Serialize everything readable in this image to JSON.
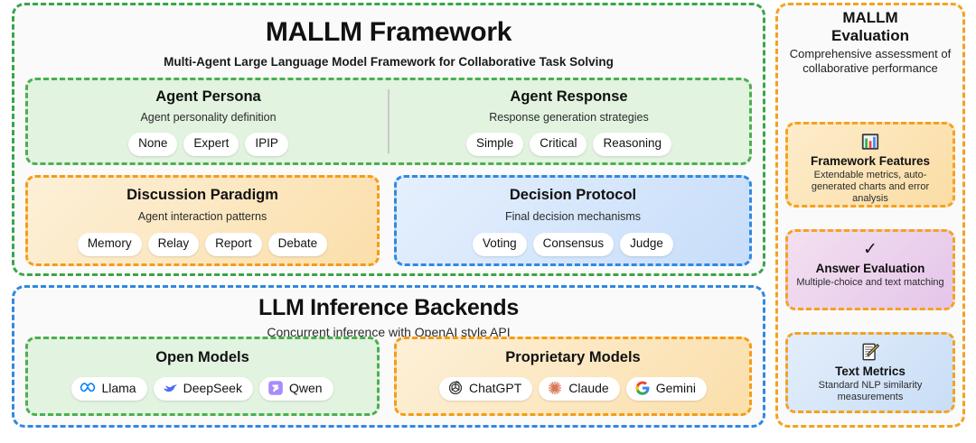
{
  "framework": {
    "title": "MALLM Framework",
    "subtitle": "Multi-Agent Large Language Model Framework for Collaborative Task Solving",
    "persona": {
      "title": "Agent Persona",
      "subtitle": "Agent personality definition",
      "options": [
        "None",
        "Expert",
        "IPIP"
      ]
    },
    "response": {
      "title": "Agent Response",
      "subtitle": "Response generation strategies",
      "options": [
        "Simple",
        "Critical",
        "Reasoning"
      ]
    },
    "paradigm": {
      "title": "Discussion Paradigm",
      "subtitle": "Agent interaction patterns",
      "options": [
        "Memory",
        "Relay",
        "Report",
        "Debate"
      ]
    },
    "protocol": {
      "title": "Decision Protocol",
      "subtitle": "Final decision mechanisms",
      "options": [
        "Voting",
        "Consensus",
        "Judge"
      ]
    }
  },
  "backends": {
    "title": "LLM Inference Backends",
    "subtitle": "Concurrent inference with OpenAI style API",
    "open": {
      "title": "Open Models",
      "models": [
        {
          "label": "Llama",
          "icon": "meta-logo-icon"
        },
        {
          "label": "DeepSeek",
          "icon": "deepseek-whale-icon"
        },
        {
          "label": "Qwen",
          "icon": "qwen-logo-icon"
        }
      ]
    },
    "proprietary": {
      "title": "Proprietary Models",
      "models": [
        {
          "label": "ChatGPT",
          "icon": "openai-logo-icon"
        },
        {
          "label": "Claude",
          "icon": "claude-burst-icon"
        },
        {
          "label": "Gemini",
          "icon": "google-g-icon"
        }
      ]
    }
  },
  "evaluation": {
    "title_line1": "MALLM",
    "title_line2": "Evaluation",
    "subtitle": "Comprehensive assessment of collaborative performance",
    "cards": [
      {
        "icon": "bar-chart-icon",
        "title": "Framework Features",
        "subtitle": "Extendable metrics, auto-generated charts and error analysis"
      },
      {
        "icon": "check-mark-icon",
        "title": "Answer Evaluation",
        "subtitle": "Multiple-choice and text matching"
      },
      {
        "icon": "memo-pencil-icon",
        "title": "Text Metrics",
        "subtitle": "Standard NLP similarity measurements"
      }
    ]
  },
  "colors": {
    "green": "#3aa548",
    "blue": "#2f89e0",
    "orange": "#f5a21e",
    "page_background": "#ffffff"
  }
}
